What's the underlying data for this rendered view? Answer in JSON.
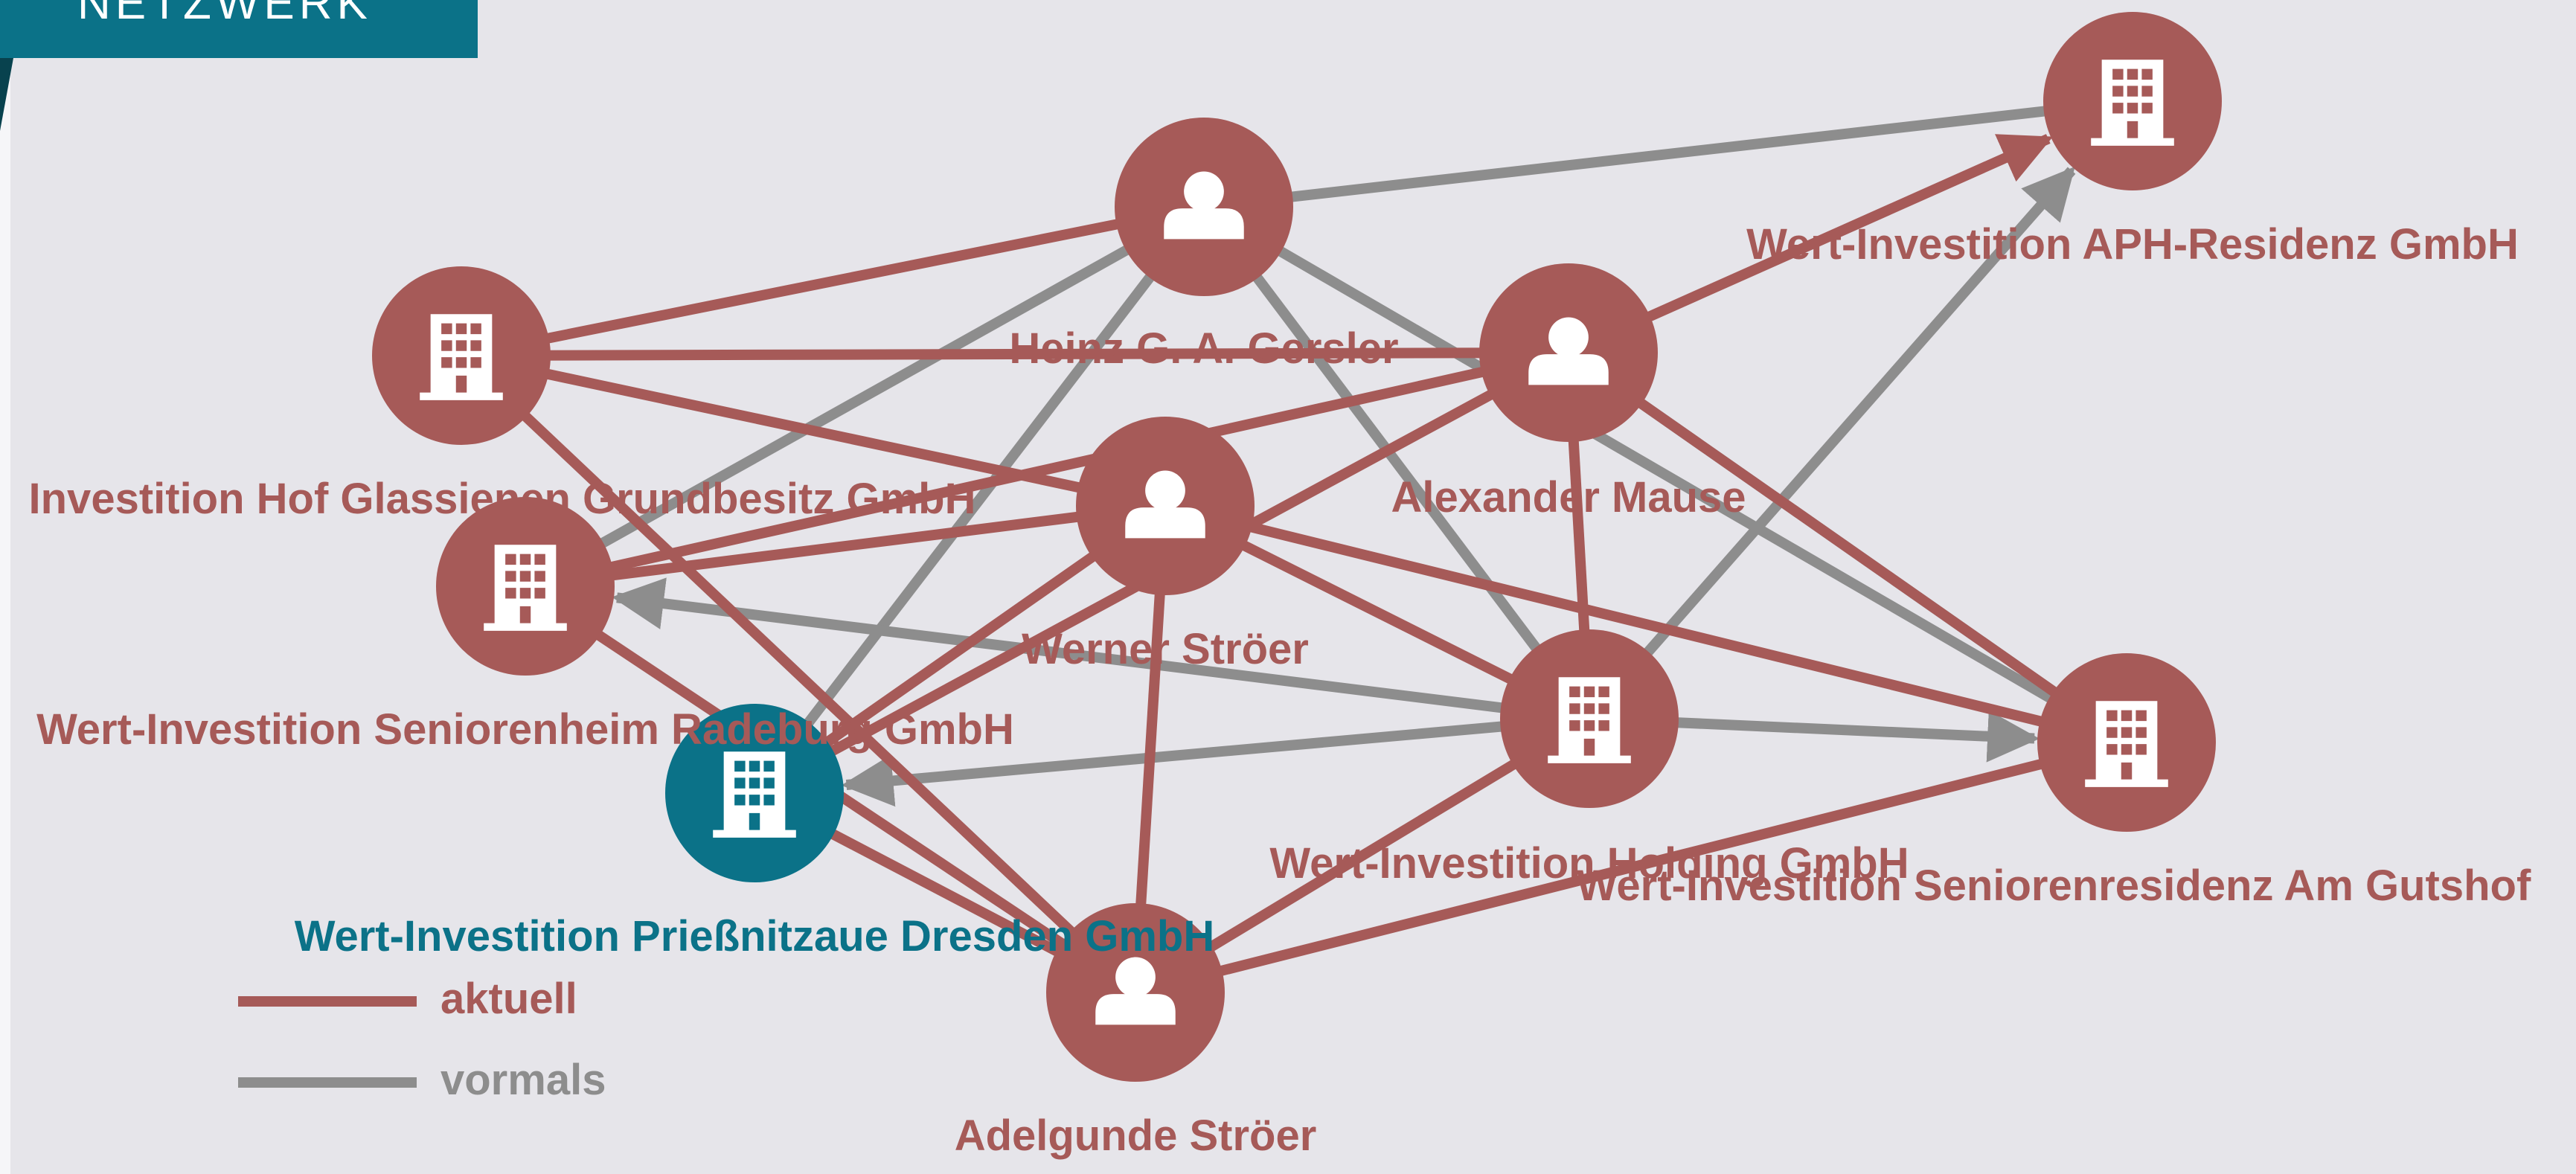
{
  "header": {
    "title": "NETZWERK"
  },
  "colors": {
    "aktuell": "#a65a58",
    "vormals": "#8d8d8d",
    "focus": "#0b7288",
    "background": "#e6e5ea"
  },
  "legend": [
    {
      "key": "aktuell",
      "label": "aktuell"
    },
    {
      "key": "vormals",
      "label": "vormals"
    }
  ],
  "nodes": [
    {
      "id": "aph",
      "label": "Wert-Investition APH-Residenz GmbH",
      "kind": "company",
      "focus": false
    },
    {
      "id": "gersler",
      "label": "Heinz G. A. Gersler",
      "kind": "person",
      "focus": false
    },
    {
      "id": "hof",
      "label": "Investition Hof Glassienen Grundbesitz GmbH",
      "kind": "company",
      "focus": false
    },
    {
      "id": "mause",
      "label": "Alexander Mause",
      "kind": "person",
      "focus": false
    },
    {
      "id": "werner",
      "label": "Werner Ströer",
      "kind": "person",
      "focus": false
    },
    {
      "id": "seniorenheim",
      "label": "Wert-Investition Seniorenheim Radeburg GmbH",
      "kind": "company",
      "focus": false
    },
    {
      "id": "holding",
      "label": "Wert-Investition Holding GmbH",
      "kind": "company",
      "focus": false
    },
    {
      "id": "gutshof",
      "label": "Wert-Investition Seniorenresidenz Am Gutshof",
      "kind": "company",
      "focus": false
    },
    {
      "id": "priessnitz",
      "label": "Wert-Investition Prießnitzaue Dresden GmbH",
      "kind": "company",
      "focus": true
    },
    {
      "id": "adelgunde",
      "label": "Adelgunde Ströer",
      "kind": "person",
      "focus": false
    }
  ],
  "edges": [
    {
      "from": "gersler",
      "to": "aph",
      "status": "vormals",
      "arrow": false
    },
    {
      "from": "gersler",
      "to": "seniorenheim",
      "status": "vormals",
      "arrow": false
    },
    {
      "from": "gersler",
      "to": "priessnitz",
      "status": "vormals",
      "arrow": false
    },
    {
      "from": "gersler",
      "to": "holding",
      "status": "vormals",
      "arrow": false
    },
    {
      "from": "gersler",
      "to": "gutshof",
      "status": "vormals",
      "arrow": false
    },
    {
      "from": "mause",
      "to": "gutshof",
      "status": "vormals",
      "arrow": false
    },
    {
      "from": "holding",
      "to": "aph",
      "status": "vormals",
      "arrow": true
    },
    {
      "from": "holding",
      "to": "seniorenheim",
      "status": "vormals",
      "arrow": true
    },
    {
      "from": "holding",
      "to": "priessnitz",
      "status": "vormals",
      "arrow": true
    },
    {
      "from": "holding",
      "to": "gutshof",
      "status": "vormals",
      "arrow": true
    },
    {
      "from": "hof",
      "to": "gersler",
      "status": "aktuell",
      "arrow": false
    },
    {
      "from": "hof",
      "to": "mause",
      "status": "aktuell",
      "arrow": false
    },
    {
      "from": "hof",
      "to": "werner",
      "status": "aktuell",
      "arrow": false
    },
    {
      "from": "hof",
      "to": "adelgunde",
      "status": "aktuell",
      "arrow": false
    },
    {
      "from": "mause",
      "to": "aph",
      "status": "aktuell",
      "arrow": true
    },
    {
      "from": "mause",
      "to": "seniorenheim",
      "status": "aktuell",
      "arrow": false
    },
    {
      "from": "mause",
      "to": "priessnitz",
      "status": "aktuell",
      "arrow": false
    },
    {
      "from": "mause",
      "to": "holding",
      "status": "aktuell",
      "arrow": false
    },
    {
      "from": "mause",
      "to": "gutshof",
      "status": "aktuell",
      "arrow": false
    },
    {
      "from": "werner",
      "to": "seniorenheim",
      "status": "aktuell",
      "arrow": false
    },
    {
      "from": "werner",
      "to": "priessnitz",
      "status": "aktuell",
      "arrow": false
    },
    {
      "from": "werner",
      "to": "holding",
      "status": "aktuell",
      "arrow": false
    },
    {
      "from": "werner",
      "to": "gutshof",
      "status": "aktuell",
      "arrow": false
    },
    {
      "from": "werner",
      "to": "adelgunde",
      "status": "aktuell",
      "arrow": false
    },
    {
      "from": "adelgunde",
      "to": "seniorenheim",
      "status": "aktuell",
      "arrow": false
    },
    {
      "from": "adelgunde",
      "to": "priessnitz",
      "status": "aktuell",
      "arrow": false
    },
    {
      "from": "adelgunde",
      "to": "holding",
      "status": "aktuell",
      "arrow": false
    },
    {
      "from": "adelgunde",
      "to": "gutshof",
      "status": "aktuell",
      "arrow": false
    }
  ]
}
